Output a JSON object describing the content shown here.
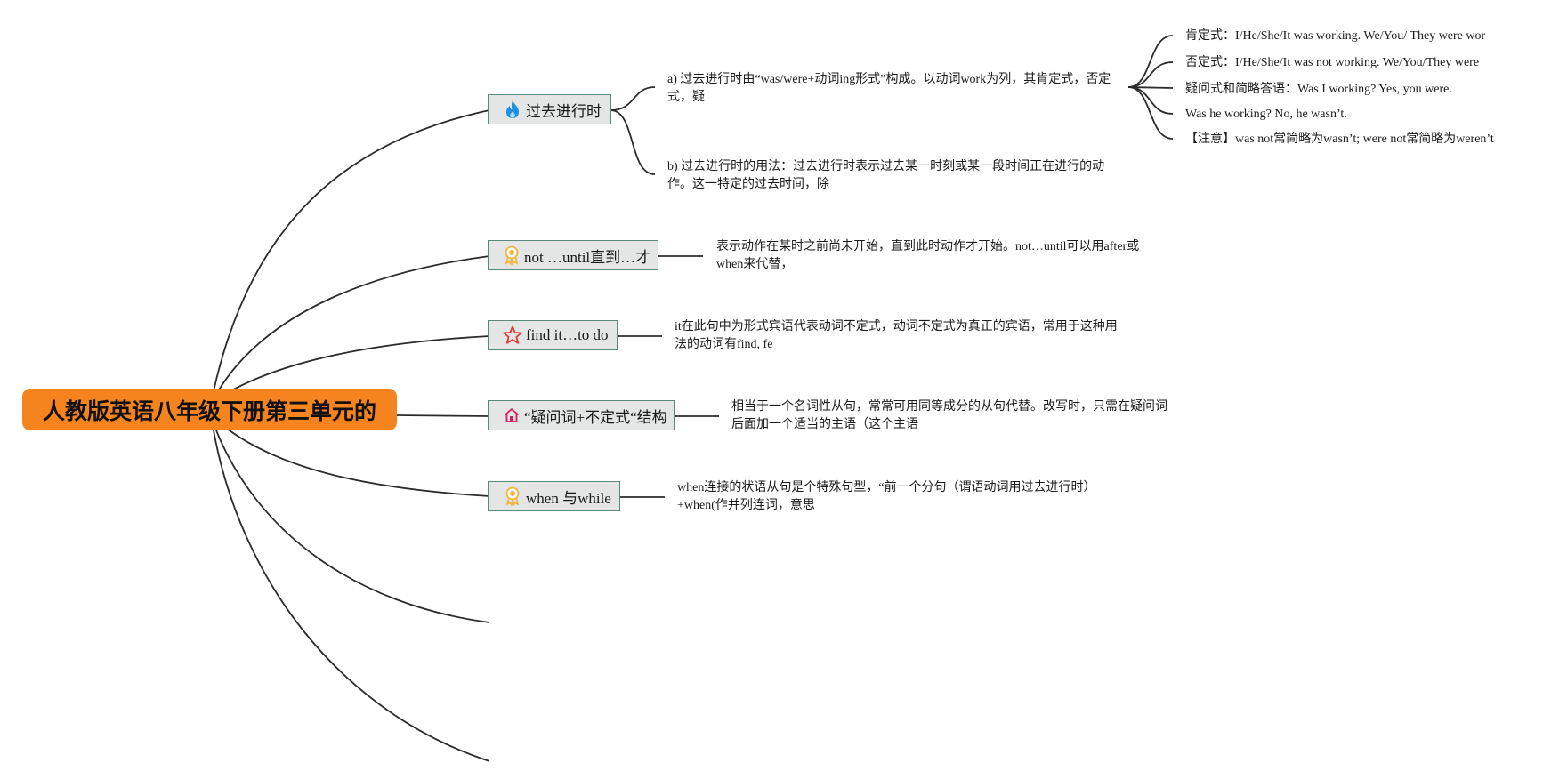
{
  "root": {
    "title": "人教版英语八年级下册第三单元的",
    "color": "#f5841f"
  },
  "topics": [
    {
      "label": "过去进行时",
      "icon": "fire-icon",
      "notes": [
        "a) 过去进行时由“was/were+动词ing形式”构成。以动词work为列，其肯定式，否定式，疑",
        "b) 过去进行时的用法：过去进行时表示过去某一时刻或某一段时间正在进行的动作。这一特定的过去时间，除"
      ],
      "forms": [
        "肯定式：I/He/She/It was working. We/You/ They were wor",
        "否定式：I/He/She/It was not working. We/You/They were",
        "疑问式和简略答语：Was I working? Yes, you were.",
        "Was he working? No, he wasn’t.",
        "【注意】was not常简略为wasn’t; were not常简略为weren’t"
      ]
    },
    {
      "label": "not …until直到…才",
      "icon": "award-badge-icon",
      "note": "表示动作在某时之前尚未开始，直到此时动作才开始。not…until可以用after或when来代替，"
    },
    {
      "label": "find it…to do",
      "icon": "star-icon",
      "note": "it在此句中为形式宾语代表动词不定式，动词不定式为真正的宾语，常用于这种用法的动词有find, fe"
    },
    {
      "label": "“疑问词+不定式“结构",
      "icon": "home-icon",
      "note": "相当于一个名词性从句，常常可用同等成分的从句代替。改写时，只需在疑问词后面加一个适当的主语（这个主语"
    },
    {
      "label": "when 与while",
      "icon": "award-badge-icon",
      "note": "when连接的状语从句是个特殊句型，“前一个分句（谓语动词用过去进行时）+when(作并列连词，意思"
    }
  ],
  "colors": {
    "topic_fill": "#e4e6e5",
    "topic_border": "#5a8a78",
    "line": "#2b2b2b",
    "fire": "#1e90e0",
    "award": "#f2b53c",
    "star": "#e53935",
    "home": "#d81b60"
  }
}
